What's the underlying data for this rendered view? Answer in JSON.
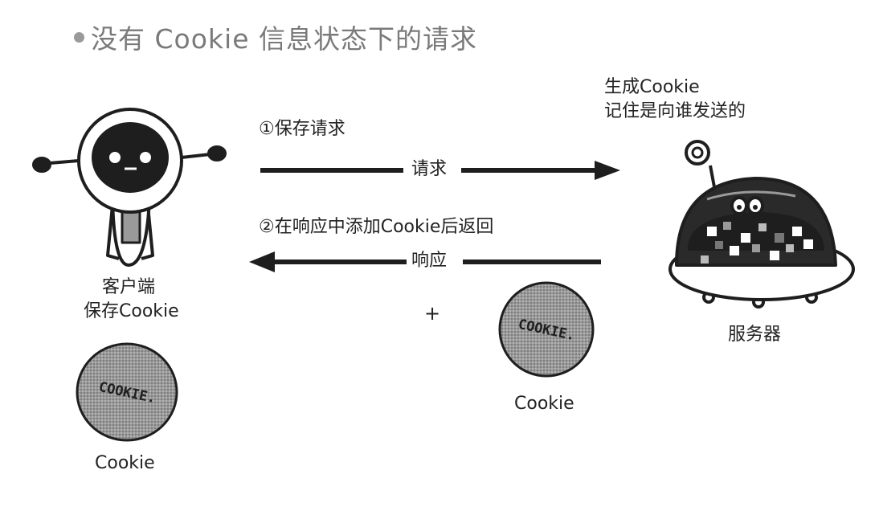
{
  "title": "没有 Cookie 信息状态下的请求",
  "client": {
    "line1": "客户端",
    "line2": "保存Cookie"
  },
  "server": {
    "note_line1": "生成Cookie",
    "note_line2": "记住是向谁发送的",
    "label": "服务器"
  },
  "steps": {
    "step1": "①保存请求",
    "request_arrow": "请求",
    "step2": "②在响应中添加Cookie后返回",
    "response_arrow": "响应"
  },
  "plus": "+",
  "cookie_label": "Cookie",
  "cookie_left_label": "Cookie",
  "cookie_text": "COOKIE.",
  "colors": {
    "title": "#7a7a7a",
    "ink": "#1e1e1e",
    "cookie": "#8a8a8a"
  }
}
